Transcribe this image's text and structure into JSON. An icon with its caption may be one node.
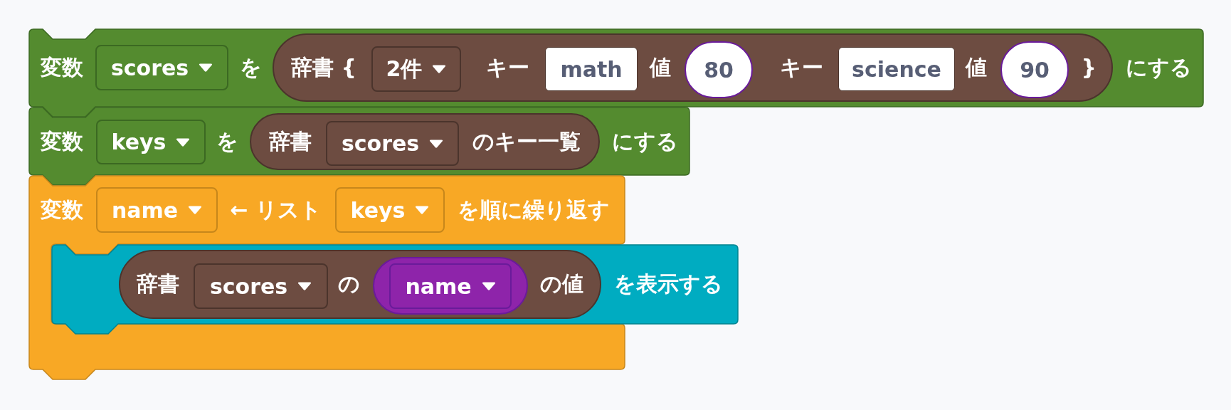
{
  "diagram": {
    "nodes": [
      {
        "text": [
          "変数",
          "を",
          "にする"
        ]
      },
      {
        "text": [
          "scores"
        ],
        "in": 0
      },
      {
        "text": [
          "辞書 {",
          "キー",
          "値",
          "キー",
          "値",
          "}"
        ],
        "in": 0
      },
      {
        "text": [
          "2件"
        ],
        "in": 2
      },
      {
        "text": [
          "math"
        ],
        "in": 2
      },
      {
        "text": [
          "80"
        ],
        "in": 2
      },
      {
        "text": [
          "science"
        ],
        "in": 2
      },
      {
        "text": [
          "90"
        ],
        "in": 2
      },
      {
        "text": [
          "変数",
          "を",
          "にする"
        ]
      },
      {
        "text": [
          "keys"
        ],
        "in": 8
      },
      {
        "text": [
          "辞書",
          "のキー一覧"
        ],
        "in": 8
      },
      {
        "text": [
          "scores"
        ],
        "in": 10
      },
      {
        "text": [
          "変数",
          "← リスト",
          "を順に繰り返す"
        ]
      },
      {
        "text": [
          "name"
        ],
        "in": 12
      },
      {
        "text": [
          "keys"
        ],
        "in": 12
      },
      {
        "text": [
          "を表示する"
        ]
      },
      {
        "text": [
          "辞書",
          "の",
          "の値"
        ],
        "in": 15
      },
      {
        "text": [
          "scores"
        ],
        "in": 16
      },
      {
        "text": [
          "name"
        ],
        "in": 16
      }
    ]
  }
}
